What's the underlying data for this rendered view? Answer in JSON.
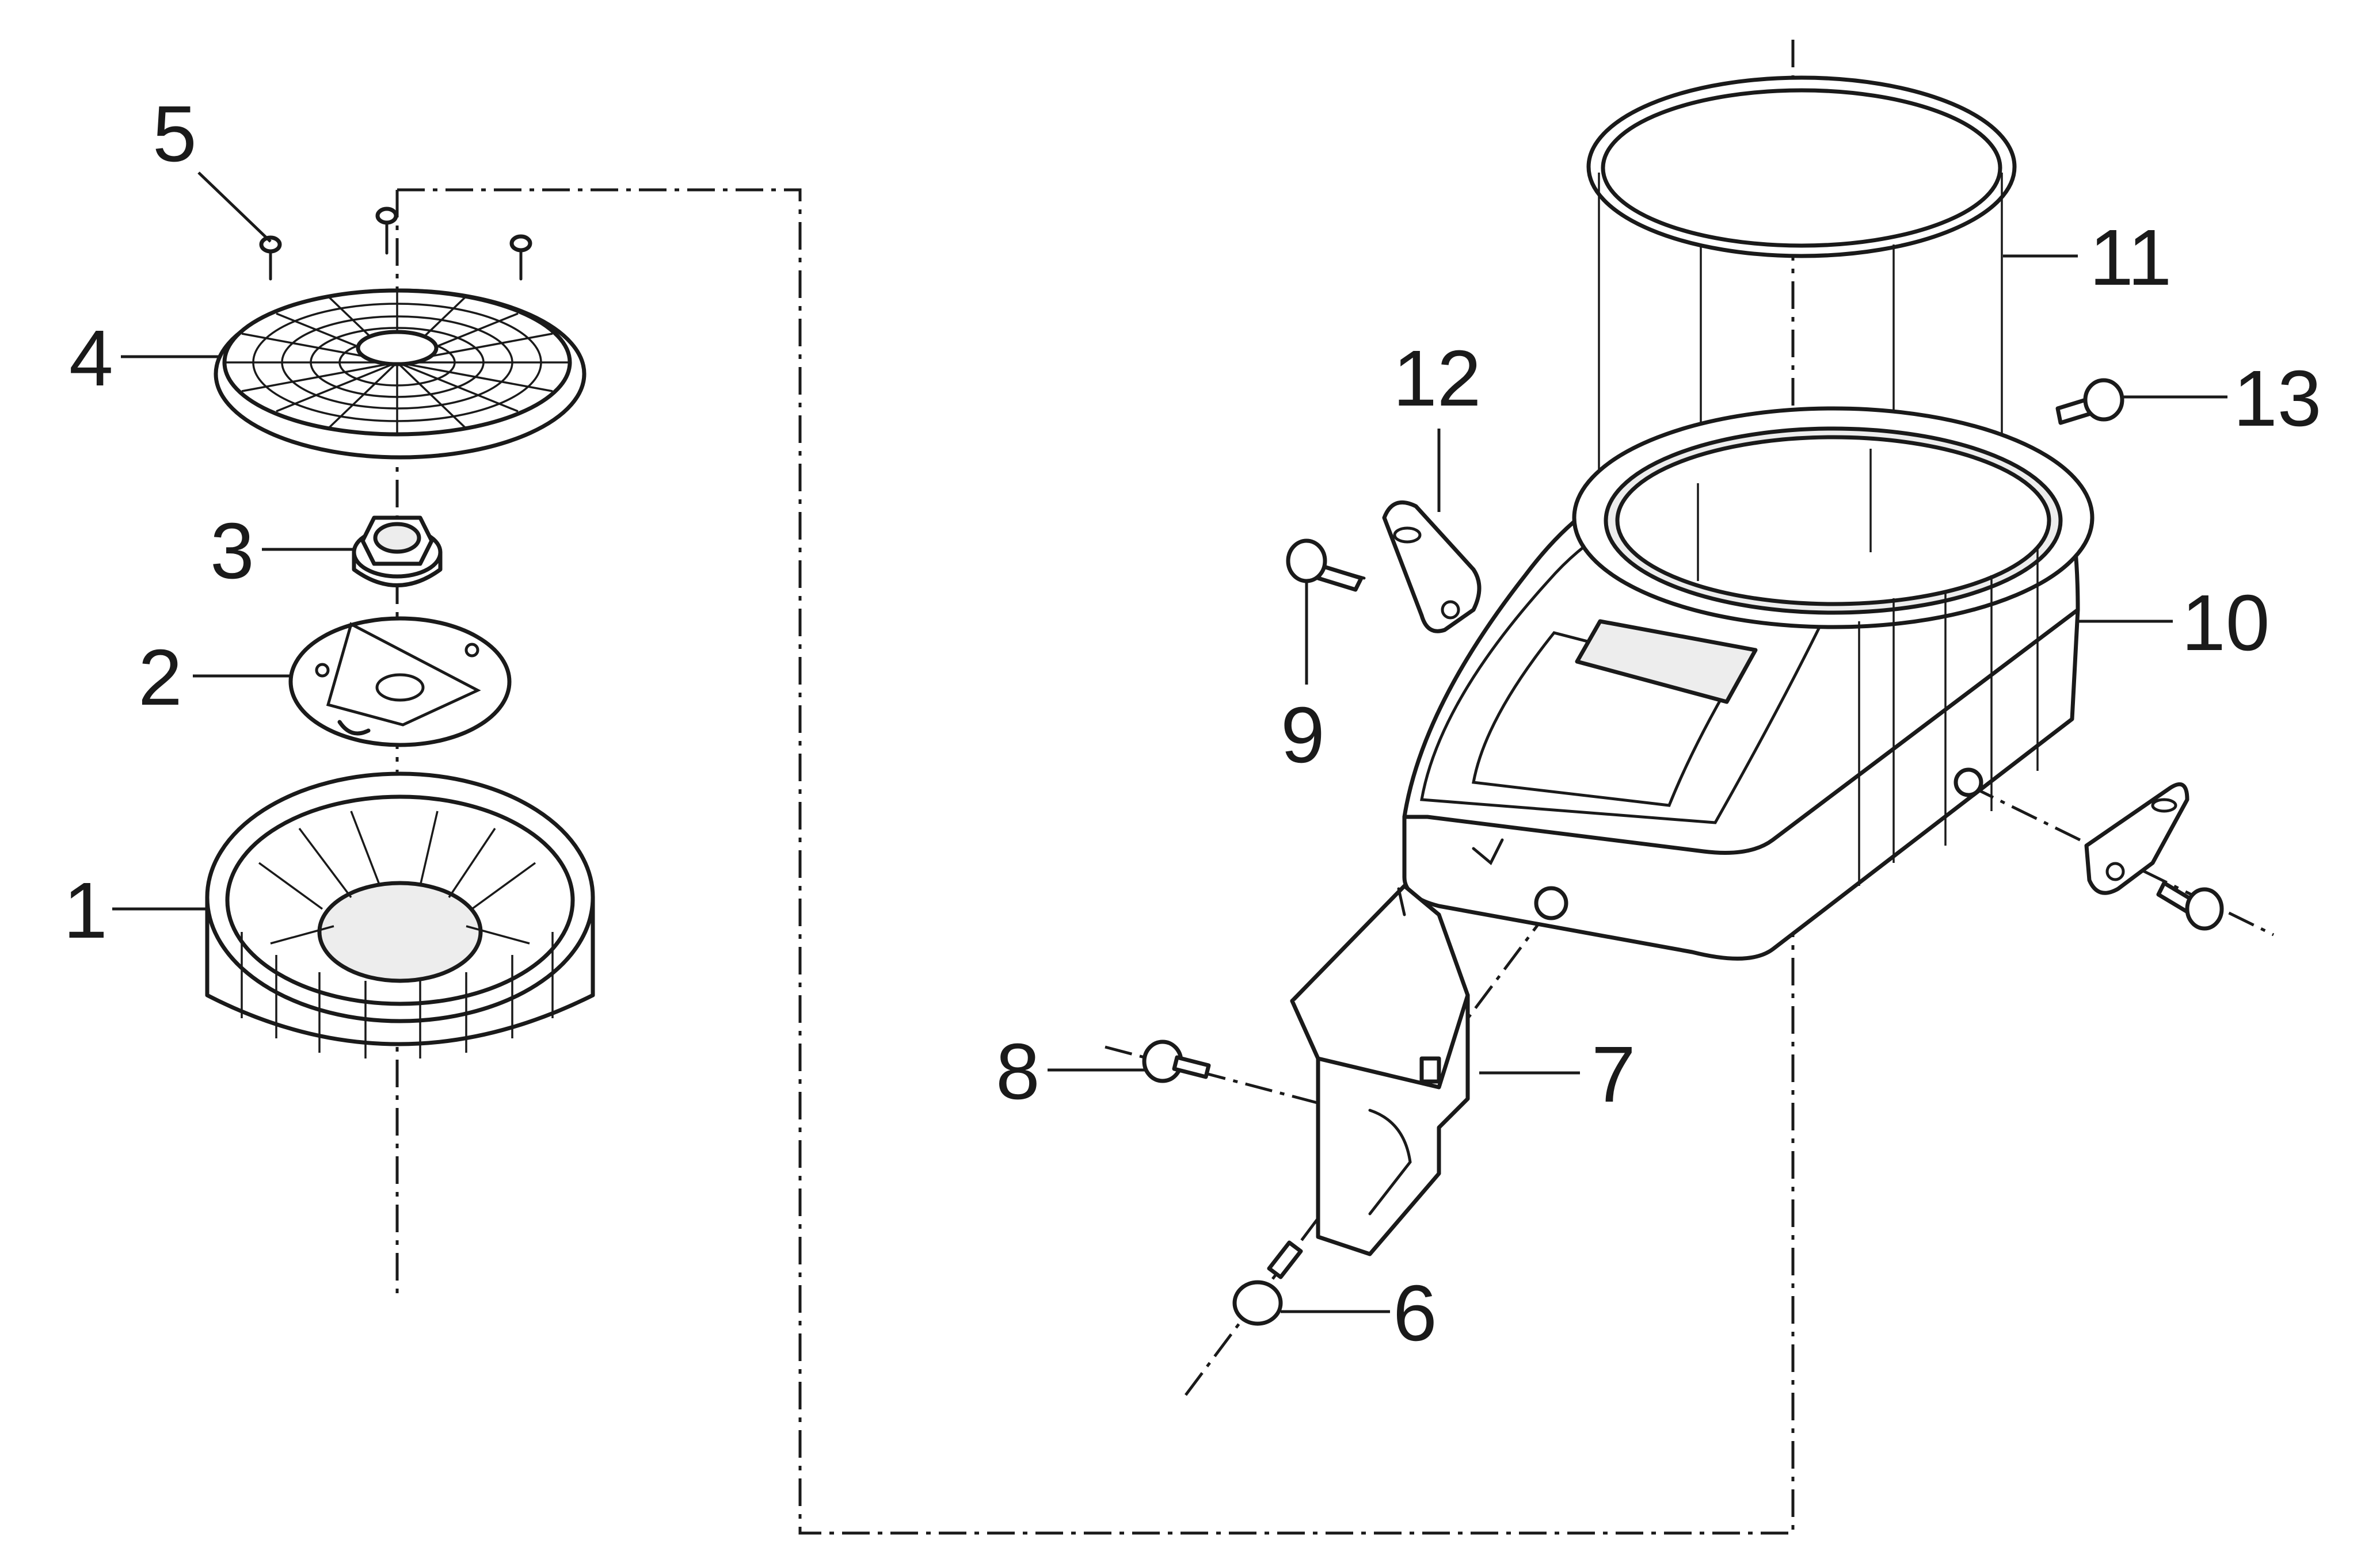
{
  "callouts": [
    {
      "id": "1",
      "text": "1"
    },
    {
      "id": "2",
      "text": "2"
    },
    {
      "id": "3",
      "text": "3"
    },
    {
      "id": "4",
      "text": "4"
    },
    {
      "id": "5",
      "text": "5"
    },
    {
      "id": "6",
      "text": "6"
    },
    {
      "id": "7",
      "text": "7"
    },
    {
      "id": "8",
      "text": "8"
    },
    {
      "id": "9",
      "text": "9"
    },
    {
      "id": "10",
      "text": "10"
    },
    {
      "id": "11",
      "text": "11"
    },
    {
      "id": "12",
      "text": "12"
    },
    {
      "id": "13",
      "text": "13"
    }
  ],
  "colors": {
    "line": "#1a1a1a",
    "background": "#ffffff",
    "shade": "#ededed"
  }
}
